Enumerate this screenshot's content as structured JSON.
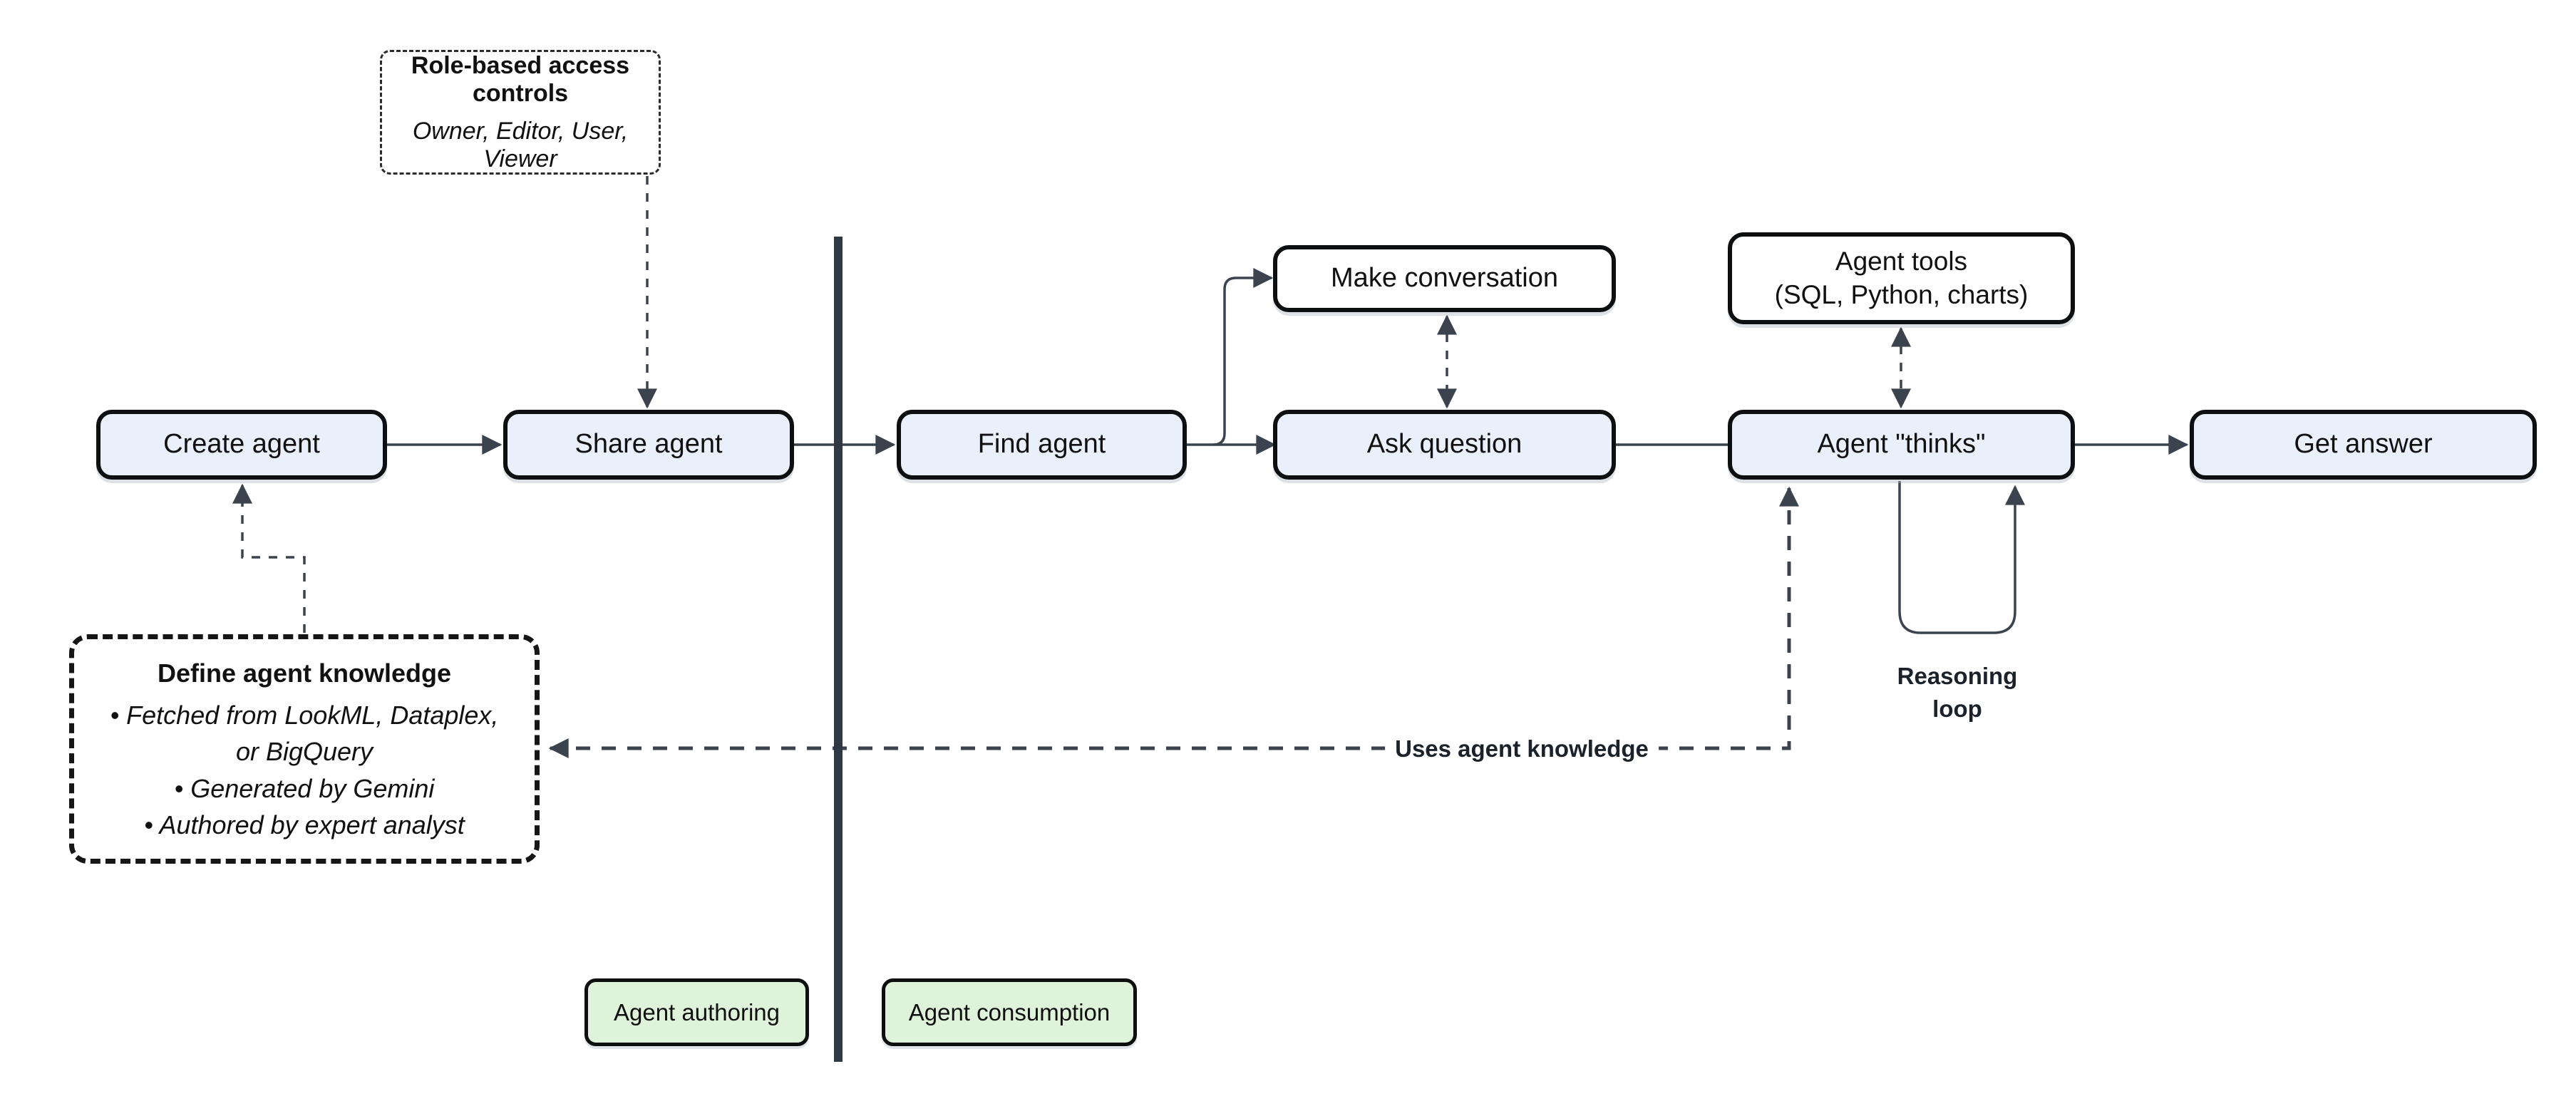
{
  "diagram": {
    "colors": {
      "background": "#ffffff",
      "node_fill": "#e9f0fc",
      "note_fill": "#ffffff",
      "chip_fill": "#def3da",
      "border": "#0e0f10",
      "connector": "#3a434e",
      "divider": "#2e3944",
      "text": "#111111"
    },
    "nodes": {
      "create_agent": "Create agent",
      "share_agent": "Share agent",
      "find_agent": "Find agent",
      "make_conversation": "Make conversation",
      "ask_question": "Ask question",
      "agent_tools_line1": "Agent tools",
      "agent_tools_line2": "(SQL, Python, charts)",
      "agent_thinks": "Agent \"thinks\"",
      "get_answer": "Get answer"
    },
    "notes": {
      "access": {
        "title": "Role-based access controls",
        "subtitle": "Owner, Editor, User, Viewer"
      },
      "knowledge": {
        "title": "Define agent knowledge",
        "bullets": [
          "Fetched from LookML, Dataplex, or BigQuery",
          "Generated by Gemini",
          "Authored by expert analyst"
        ]
      }
    },
    "labels": {
      "uses_agent_knowledge": "Uses agent knowledge",
      "reasoning_loop": "Reasoning loop",
      "agent_authoring": "Agent authoring",
      "agent_consumption": "Agent consumption"
    }
  }
}
